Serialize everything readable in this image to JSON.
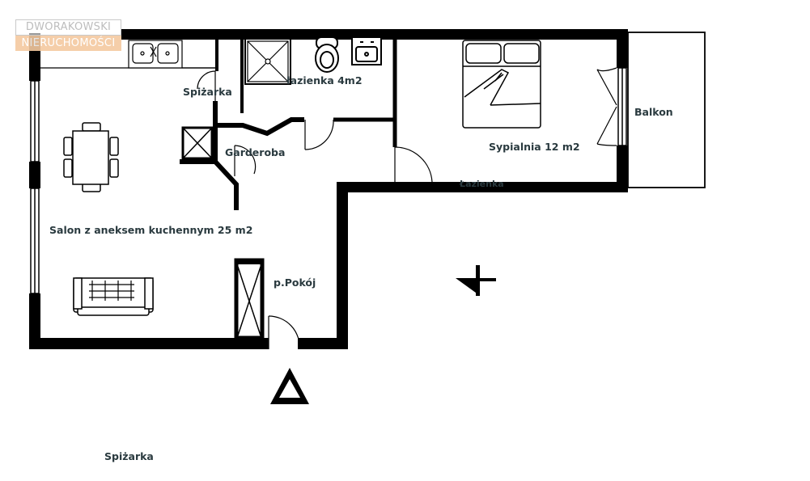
{
  "logo": {
    "line1": "DWORAKOWSKI",
    "line2": "NIERUCHOMOŚCI"
  },
  "rooms": {
    "spizarka_top": "Spiżarka",
    "lazienka": "łazienka 4m2",
    "garderoba": "Garderoba",
    "sypialnia": "Sypialnia 12 m2",
    "balkon": "Balkon",
    "lazienka_small": "Łazienka",
    "salon": "Salon  z aneksem kuchennym 25 m2",
    "pokoj": "p.Pokój",
    "spizarka_bottom": "Spiżarka"
  },
  "colors": {
    "wall": "#000000",
    "label": "#2a3a3f",
    "logo_accent": "#f4c9a0"
  }
}
